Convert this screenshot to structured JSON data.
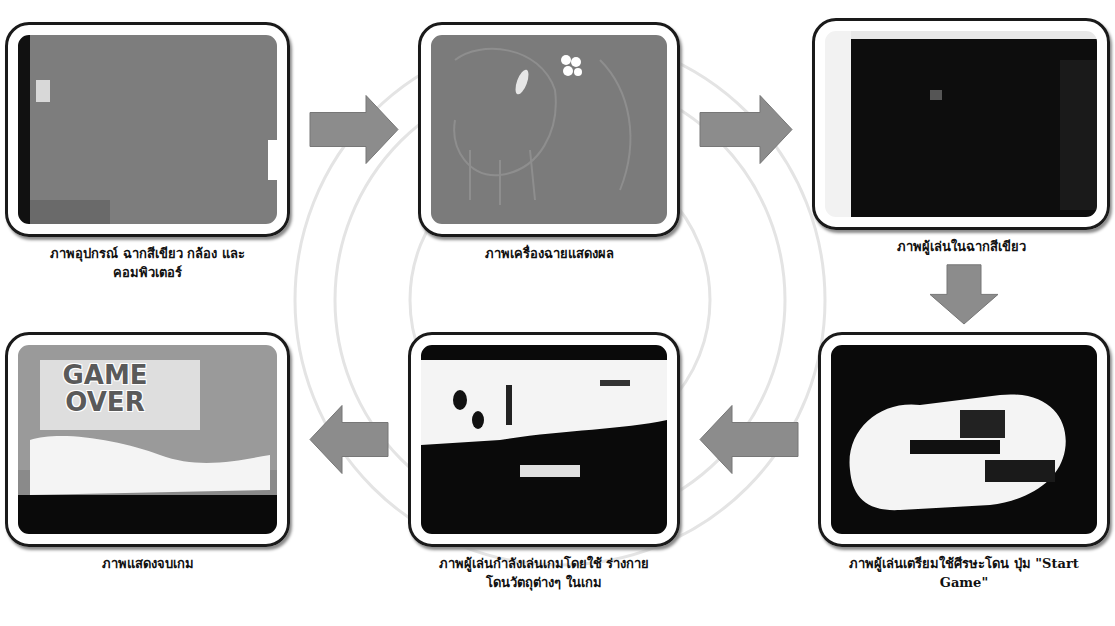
{
  "diagram": {
    "nodes": [
      {
        "text": [
          "ภาพอุปกรณ์ ฉากสีเขียว กล้อง และคอมพิวเตอร์"
        ]
      },
      {
        "text": [
          "ภาพเครื่องฉายแสดงผล"
        ]
      },
      {
        "text": [
          "ภาพผู้เล่นในฉากสีเขียว"
        ]
      },
      {
        "text": [
          "ภาพผู้เล่นเตรียมใช้ศีรษะโดน ปุ่ม \"Start Game\""
        ]
      },
      {
        "text": [
          "ภาพผู้เล่นกำลังเล่นเกมโดยใช้ ร่างกายโดนวัตถุต่างๆ ในเกม"
        ]
      },
      {
        "text": [
          "ภาพแสดงจบเกม"
        ]
      }
    ],
    "edges": [
      {
        "from": 0,
        "to": 1,
        "arrow": "to"
      },
      {
        "from": 1,
        "to": 2,
        "arrow": "to"
      },
      {
        "from": 2,
        "to": 3,
        "arrow": "to"
      },
      {
        "from": 3,
        "to": 4,
        "arrow": "to"
      },
      {
        "from": 4,
        "to": 5,
        "arrow": "to"
      }
    ],
    "labels": [
      "GAME OVER"
    ]
  }
}
